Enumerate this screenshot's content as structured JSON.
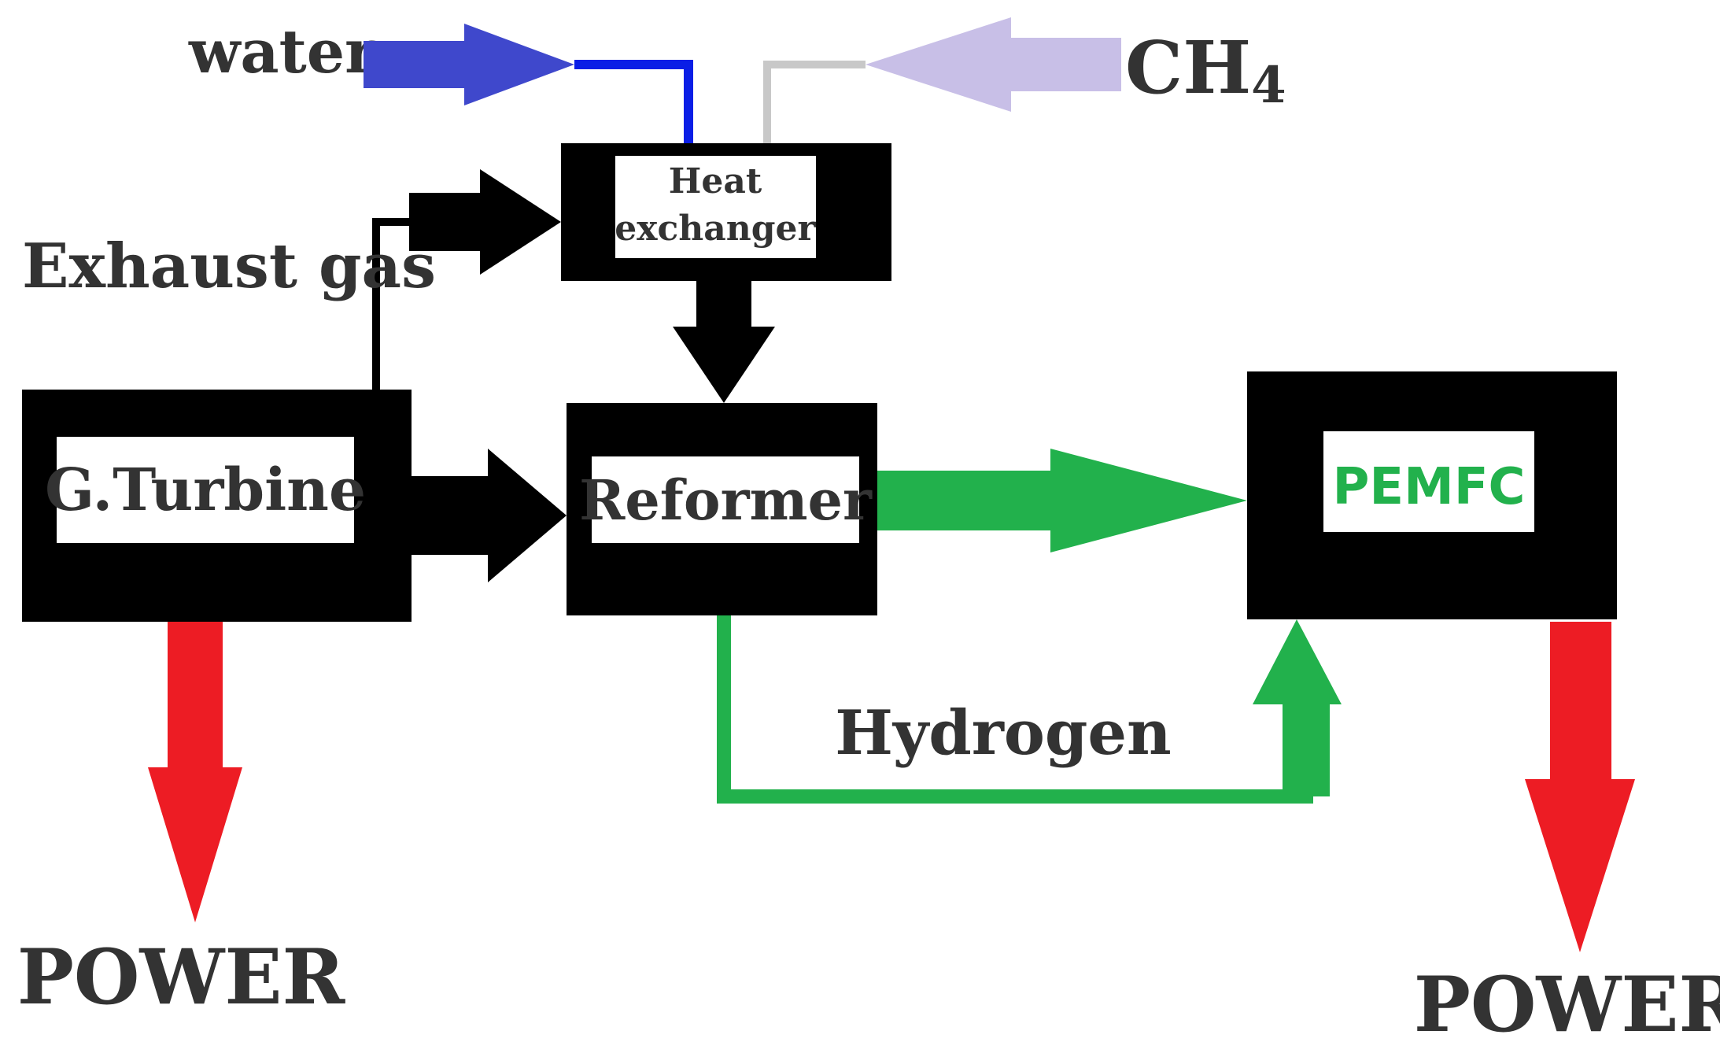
{
  "inputs": {
    "water_label": "water",
    "ch4_label_main": "CH",
    "ch4_label_sub": "4"
  },
  "nodes": {
    "heat_exchanger_line1": "Heat",
    "heat_exchanger_line2": "exchanger",
    "gas_turbine": "G.Turbine",
    "reformer": "Reformer",
    "pemfc": "PEMFC"
  },
  "flows": {
    "exhaust_gas": "Exhaust gas",
    "hydrogen": "Hydrogen"
  },
  "outputs": {
    "power_left": "POWER",
    "power_right": "POWER"
  },
  "colors": {
    "water": "#3f48cc",
    "water_line": "#0a1ee6",
    "ch4": "#c8bfe7",
    "ch4_line": "#c8c8c8",
    "hydrogen": "#22b14c",
    "power": "#ed1c24",
    "block": "#000000"
  }
}
